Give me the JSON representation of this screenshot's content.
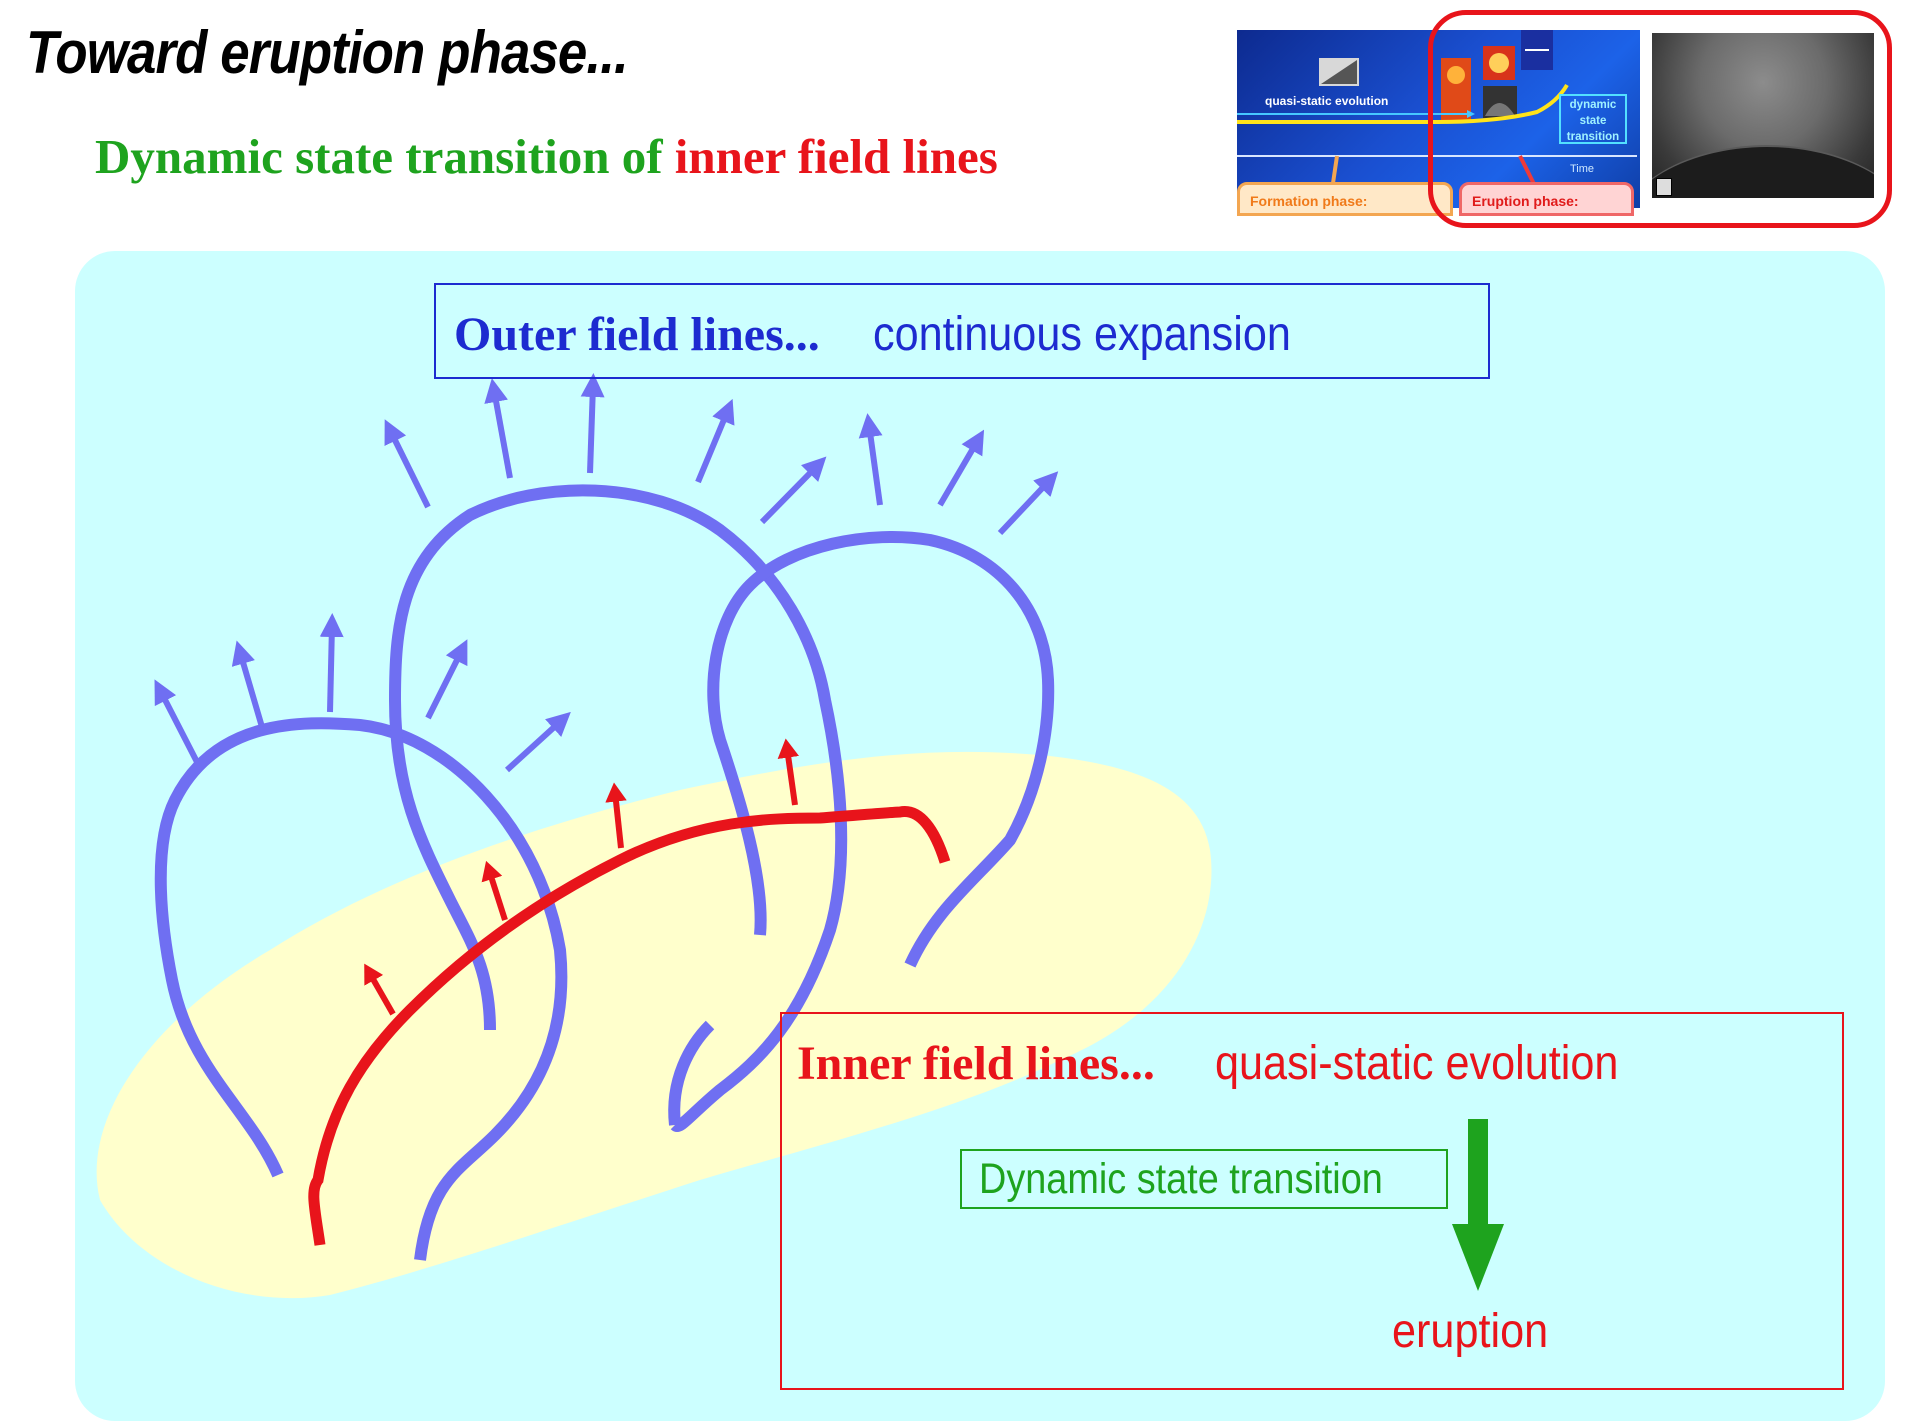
{
  "header": {
    "title": "Toward eruption phase...",
    "subtitle_part1": "Dynamic state transition of ",
    "subtitle_part2": "inner field lines"
  },
  "thumbnail": {
    "quasi_label": "quasi-static evolution",
    "dynamic_box": [
      "dynamic",
      "state",
      "transition"
    ],
    "time_label": "Time",
    "formation_phase": "Formation phase:",
    "eruption_phase": "Eruption phase:"
  },
  "diagram": {
    "outer_label_1": "Outer field lines...",
    "outer_label_2": "continuous expansion",
    "inner_label_1": "Inner field lines...",
    "inner_label_2": "quasi-static evolution",
    "transition_label": "Dynamic state transition",
    "eruption_label": "eruption"
  },
  "colors": {
    "outer_lines": "#6f6ff2",
    "inner_line": "#e8141b",
    "panel_bg": "#ccffff",
    "region_bg": "#ffffcc",
    "transition_green": "#1ea31e",
    "highlight_red": "#e8141b"
  }
}
